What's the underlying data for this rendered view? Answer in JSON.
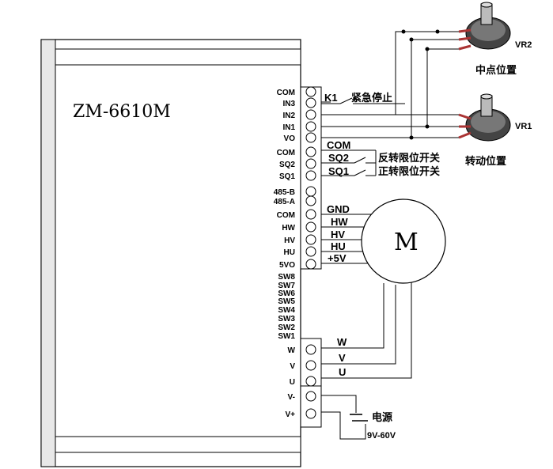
{
  "driver": {
    "model": "ZM-6610M",
    "pins_top": [
      "COM",
      "IN3",
      "IN2",
      "IN1",
      "VO"
    ],
    "pins_limit": [
      "COM",
      "SQ2",
      "SQ1"
    ],
    "pins_485": [
      "485-B",
      "485-A"
    ],
    "pins_hall": [
      "COM",
      "HW",
      "HV",
      "HU",
      "5VO"
    ],
    "pins_sw": [
      "SW8",
      "SW7",
      "SW6",
      "SW5",
      "SW4",
      "SW3",
      "SW2",
      "SW1"
    ],
    "pins_motor": [
      "W",
      "V",
      "U"
    ],
    "pins_power": [
      "V-",
      "V+"
    ]
  },
  "wires": {
    "k1": "K1",
    "com": "COM",
    "sq2": "SQ2",
    "sq1": "SQ1",
    "gnd": "GND",
    "hw": "HW",
    "hv": "HV",
    "hu": "HU",
    "p5v": "+5V",
    "w": "W",
    "v": "V",
    "u": "U"
  },
  "labels": {
    "estop": "紧急停止",
    "rev_limit": "反转限位开关",
    "fwd_limit": "正转限位开关",
    "vr2": "VR2",
    "vr1": "VR1",
    "mid_pos": "中点位置",
    "rot_pos": "转动位置",
    "motor": "M",
    "psu": "电源",
    "psu_range": "9V-60V"
  }
}
